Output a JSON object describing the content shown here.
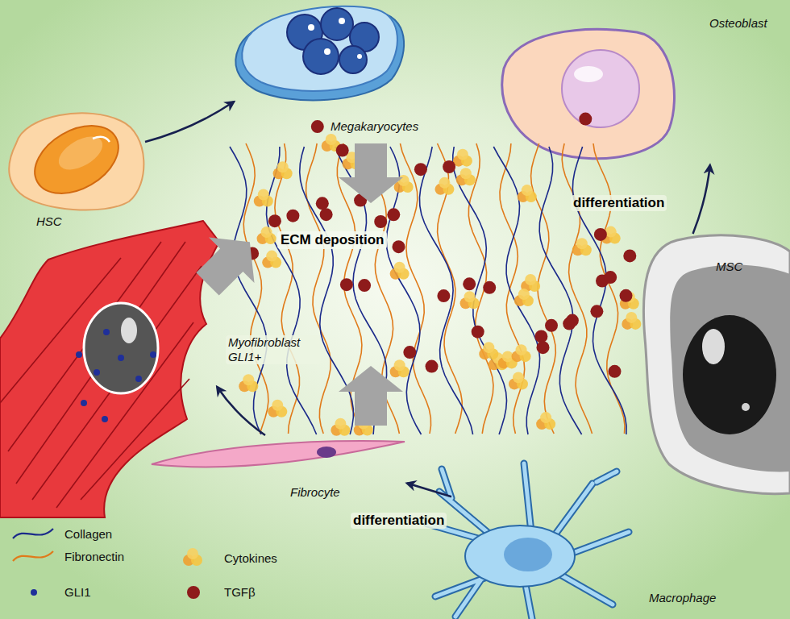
{
  "diagram": {
    "nodes": [
      {
        "text": [
          "Megakaryocytes"
        ]
      },
      {
        "text": [
          "Osteoblast"
        ]
      },
      {
        "text": [
          "HSC"
        ]
      },
      {
        "text": [
          "MSC"
        ]
      },
      {
        "text": [
          "Myofibroblast GLI1+"
        ]
      },
      {
        "text": [
          "Fibrocyte"
        ]
      },
      {
        "text": [
          "Macrophage"
        ]
      }
    ],
    "edges": [
      {
        "from": 2,
        "to": 0,
        "arrow": "to"
      },
      {
        "from": 3,
        "to": 1,
        "label": "differentiation",
        "arrow": "to"
      },
      {
        "from": 6,
        "to": 5,
        "label": "differentiation",
        "arrow": "to"
      },
      {
        "from": 5,
        "to": 4,
        "arrow": "to"
      }
    ],
    "labels": [
      "ECM deposition"
    ],
    "legend": [
      {
        "text": "Collagen"
      },
      {
        "text": "Fibronectin"
      },
      {
        "text": "Cytokines"
      },
      {
        "text": "GLI1",
        "color": "#1f2f9a"
      },
      {
        "text": "TGFβ",
        "color": "#8e1b1b"
      }
    ]
  }
}
